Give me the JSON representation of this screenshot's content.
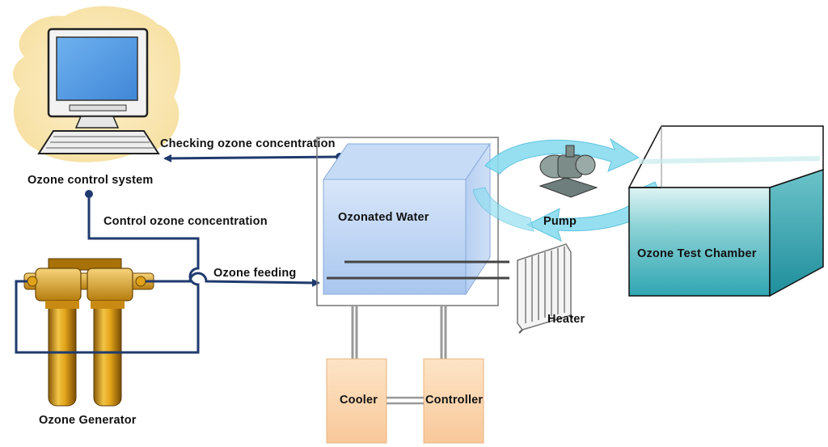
{
  "labels": {
    "computer": "Ozone control system",
    "checking": "Checking ozone concentration",
    "control": "Control ozone concentration",
    "feeding": "Ozone feeding",
    "generator": "Ozone Generator",
    "ozonated_water": "Ozonated Water",
    "pump": "Pump",
    "heater": "Heater",
    "cooler": "Cooler",
    "controller": "Controller",
    "chamber": "Ozone Test Chamber"
  },
  "colors": {
    "line": "#1f3a6e",
    "water_tank": "#b8d2f2",
    "chamber_water": "#3fb3bd",
    "cylinder": "#e1a21a",
    "box_fill": "#fcd7b0",
    "cloud": "#fbe9b6",
    "circulation": "#5ec9e3"
  }
}
